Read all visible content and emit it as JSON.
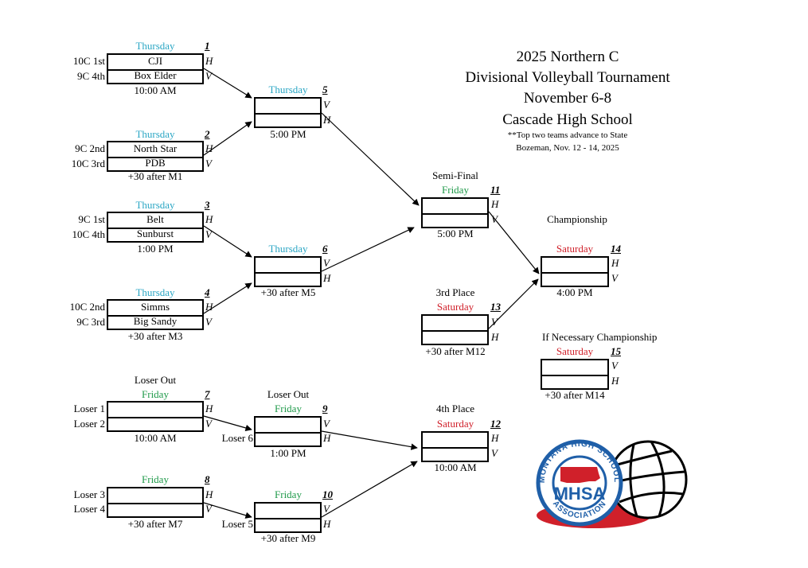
{
  "title": {
    "line1": "2025 Northern C",
    "line2": "Divisional Volleyball Tournament",
    "line3": "November 6-8",
    "line4": "Cascade High School",
    "note1": "**Top two teams advance to State",
    "note2": "Bozeman, Nov. 12 - 14, 2025"
  },
  "markers": {
    "home": "H",
    "visitor": "V"
  },
  "games": {
    "g1": {
      "num": "1",
      "day": "Thursday",
      "seed_top": "10C 1st",
      "seed_bot": "9C 4th",
      "team_top": "CJI",
      "team_bot": "Box Elder",
      "time": "10:00 AM"
    },
    "g2": {
      "num": "2",
      "day": "Thursday",
      "seed_top": "9C 2nd",
      "seed_bot": "10C 3rd",
      "team_top": "North Star",
      "team_bot": "PDB",
      "time": "+30 after M1"
    },
    "g3": {
      "num": "3",
      "day": "Thursday",
      "seed_top": "9C 1st",
      "seed_bot": "10C 4th",
      "team_top": "Belt",
      "team_bot": "Sunburst",
      "time": "1:00 PM"
    },
    "g4": {
      "num": "4",
      "day": "Thursday",
      "seed_top": "10C 2nd",
      "seed_bot": "9C 3rd",
      "team_top": "Simms",
      "team_bot": "Big Sandy",
      "time": "+30 after M3"
    },
    "g5": {
      "num": "5",
      "day": "Thursday",
      "time": "5:00 PM"
    },
    "g6": {
      "num": "6",
      "day": "Thursday",
      "time": "+30 after M5"
    },
    "g7": {
      "num": "7",
      "label": "Loser Out",
      "day": "Friday",
      "seed_top": "Loser 1",
      "seed_bot": "Loser 2",
      "time": "10:00 AM"
    },
    "g8": {
      "num": "8",
      "day": "Friday",
      "seed_top": "Loser 3",
      "seed_bot": "Loser 4",
      "time": "+30 after M7"
    },
    "g9": {
      "num": "9",
      "label": "Loser Out",
      "day": "Friday",
      "seed_bot": "Loser 6",
      "time": "1:00 PM"
    },
    "g10": {
      "num": "10",
      "day": "Friday",
      "seed_bot": "Loser 5",
      "time": "+30 after M9"
    },
    "g11": {
      "num": "11",
      "label": "Semi-Final",
      "day": "Friday",
      "time": "5:00 PM"
    },
    "g12": {
      "num": "12",
      "label": "4th Place",
      "day": "Saturday",
      "time": "10:00 AM"
    },
    "g13": {
      "num": "13",
      "label": "3rd Place",
      "day": "Saturday",
      "time": "+30 after M12"
    },
    "g14": {
      "num": "14",
      "label": "Championship",
      "day": "Saturday",
      "time": "4:00 PM"
    },
    "g15": {
      "num": "15",
      "label": "If Necessary Championship",
      "day": "Saturday",
      "time": "+30 after M14"
    }
  },
  "logo": {
    "arc_top": "MONTANA HIGH SCHOOL",
    "initials": "MHSA",
    "arc_bottom": "ASSOCIATION",
    "colors": {
      "blue": "#1f5fa8",
      "red": "#d0202a"
    }
  }
}
